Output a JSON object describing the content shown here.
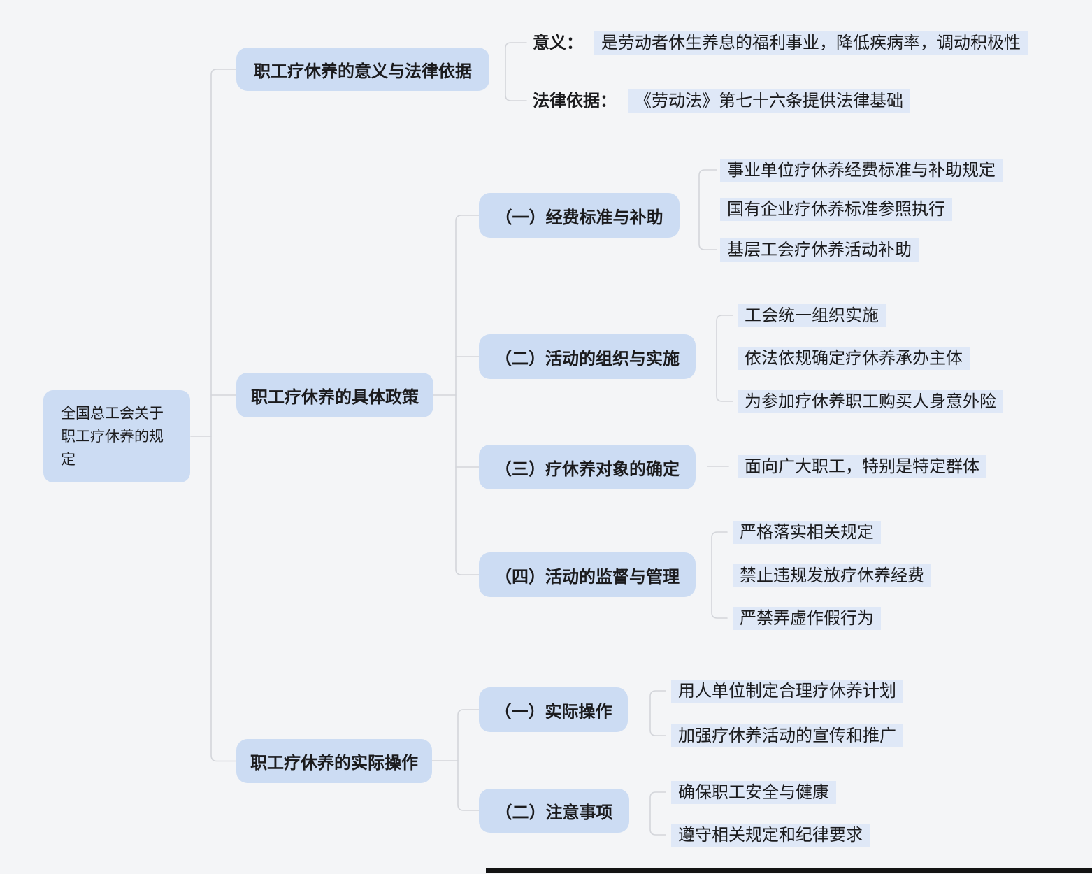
{
  "colors": {
    "background": "#f4f5f7",
    "node_fill": "#ccdcf3",
    "leaf_fill": "#dfe8f7",
    "text": "#1b1b1d",
    "connector": "#d3d5da",
    "footer_bar": "#131313"
  },
  "root": {
    "label": "全国总工会关于职工疗休养的规定"
  },
  "branches": [
    {
      "label": "职工疗休养的意义与法律依据",
      "entries": [
        {
          "key": "意义：",
          "value": "是劳动者休生养息的福利事业，降低疾病率，调动积极性"
        },
        {
          "key": "法律依据：",
          "value": "《劳动法》第七十六条提供法律基础"
        }
      ]
    },
    {
      "label": "职工疗休养的具体政策",
      "children": [
        {
          "label": "（一）经费标准与补助",
          "leaves": [
            "事业单位疗休养经费标准与补助规定",
            "国有企业疗休养标准参照执行",
            "基层工会疗休养活动补助"
          ]
        },
        {
          "label": "（二）活动的组织与实施",
          "leaves": [
            "工会统一组织实施",
            "依法依规确定疗休养承办主体",
            "为参加疗休养职工购买人身意外险"
          ]
        },
        {
          "label": "（三）疗休养对象的确定",
          "leaves": [
            "面向广大职工，特别是特定群体"
          ]
        },
        {
          "label": "（四）活动的监督与管理",
          "leaves": [
            "严格落实相关规定",
            "禁止违规发放疗休养经费",
            "严禁弄虚作假行为"
          ]
        }
      ]
    },
    {
      "label": "职工疗休养的实际操作",
      "children": [
        {
          "label": "（一）实际操作",
          "leaves": [
            "用人单位制定合理疗休养计划",
            "加强疗休养活动的宣传和推广"
          ]
        },
        {
          "label": "（二）注意事项",
          "leaves": [
            "确保职工安全与健康",
            "遵守相关规定和纪律要求"
          ]
        }
      ]
    }
  ]
}
